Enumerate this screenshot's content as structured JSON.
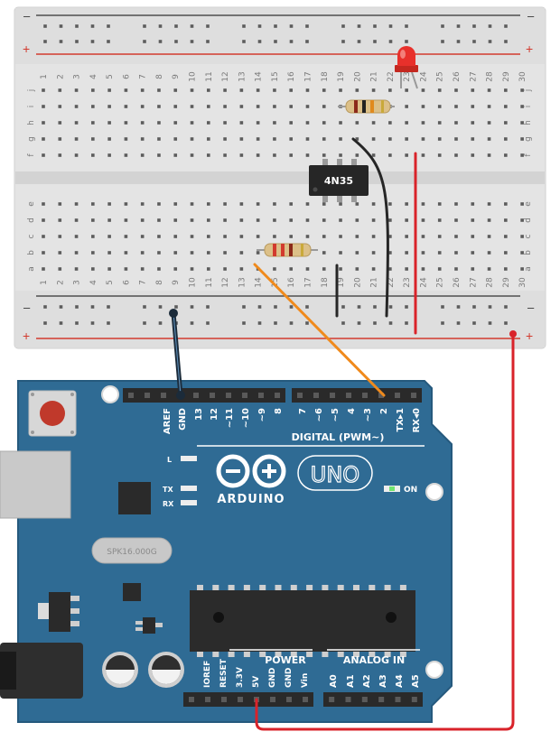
{
  "colors": {
    "breadboard": "#e4e4e4",
    "rail_red": "#d23a2e",
    "rail_dark": "#333333",
    "arduino_blue": "#2f6b94",
    "wire_orange": "#f08a1c",
    "wire_red": "#d9232a",
    "wire_blue_black": "#1b2b3a",
    "led_red": "#e8302b"
  },
  "breadboard": {
    "columns": [
      "1",
      "2",
      "3",
      "4",
      "5",
      "6",
      "7",
      "8",
      "9",
      "10",
      "11",
      "12",
      "13",
      "14",
      "15",
      "16",
      "17",
      "18",
      "19",
      "20",
      "21",
      "22",
      "23",
      "24",
      "25",
      "26",
      "27",
      "28",
      "29",
      "30"
    ],
    "upper_rows": [
      "j",
      "i",
      "h",
      "g",
      "f"
    ],
    "lower_rows": [
      "e",
      "d",
      "c",
      "b",
      "a"
    ],
    "rail_plus": "+",
    "rail_minus": "–"
  },
  "components": {
    "optocoupler_label": "4N35"
  },
  "arduino": {
    "logo_text": "ARDUINO",
    "model_text": "UNO",
    "on_label": "ON",
    "l_label": "L",
    "tx_label": "TX",
    "rx_label": "RX",
    "crystal_text": "SPK16.000G",
    "digital_label": "DIGITAL (PWM~)",
    "digital_pins": [
      "AREF",
      "GND",
      "13",
      "12",
      "~11",
      "~10",
      "~9",
      "8",
      "7",
      "~6",
      "~5",
      "4",
      "~3",
      "2",
      "TX▸1",
      "RX◂0"
    ],
    "power_label": "POWER",
    "analog_label": "ANALOG IN",
    "power_pins": [
      "IOREF",
      "RESET",
      "3.3V",
      "5V",
      "GND",
      "GND",
      "Vin"
    ],
    "analog_pins": [
      "A0",
      "A1",
      "A2",
      "A3",
      "A4",
      "A5"
    ]
  }
}
